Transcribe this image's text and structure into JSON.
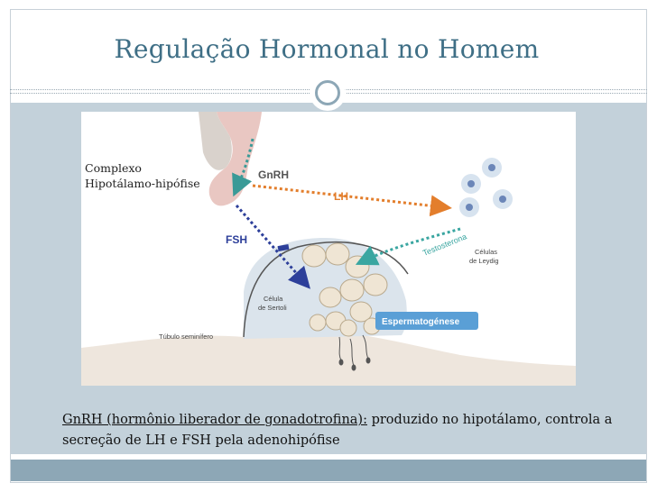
{
  "slide": {
    "title": "Regulação Hormonal no Homem",
    "complex_label_line1": "Complexo",
    "complex_label_line2": "Hipotálamo-hipófise",
    "caption_underlined": "GnRH (hormônio liberador de gonadotrofina):",
    "caption_rest": " produzido no hipotálamo, controla a secreção de LH e FSH pela adenohipófise"
  },
  "diagram": {
    "gnrh": "GnRH",
    "lh": "LH",
    "fsh": "FSH",
    "testosterona": "Testosterona",
    "leydig_line1": "Células",
    "leydig_line2": "de Leydig",
    "sertoli_line1": "Célula",
    "sertoli_line2": "de Sertoli",
    "espermatogenese": "Espermatogénese",
    "tubulo": "Túbulo seminífero"
  },
  "colors": {
    "title": "#3f6f86",
    "panel": "#c3d1da",
    "footer": "#8da7b6",
    "gnrh_arrow": "#3a9a97",
    "lh_arrow": "#e37e2c",
    "fsh_arrow": "#2d3f9a",
    "testosterona_arrow": "#3aa6a1"
  }
}
